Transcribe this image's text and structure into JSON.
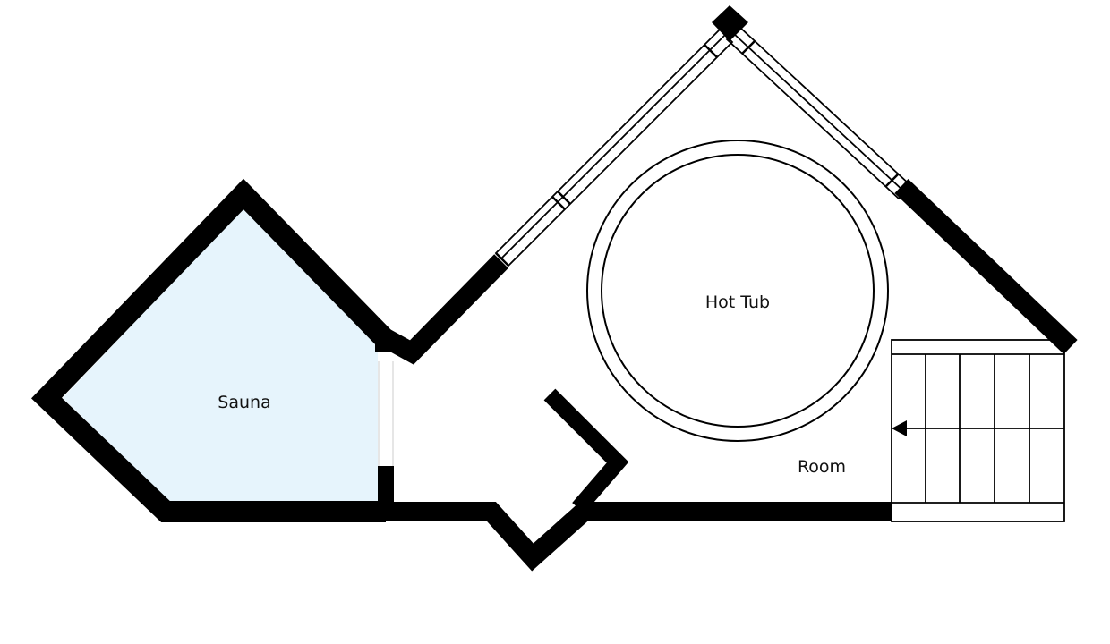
{
  "rooms": {
    "sauna": {
      "label": "Sauna",
      "fill": "#e6f4fc"
    },
    "hot_tub": {
      "label": "Hot Tub"
    },
    "room": {
      "label": "Room"
    }
  },
  "colors": {
    "wall": "#000000",
    "line": "#000000",
    "background": "#ffffff"
  }
}
